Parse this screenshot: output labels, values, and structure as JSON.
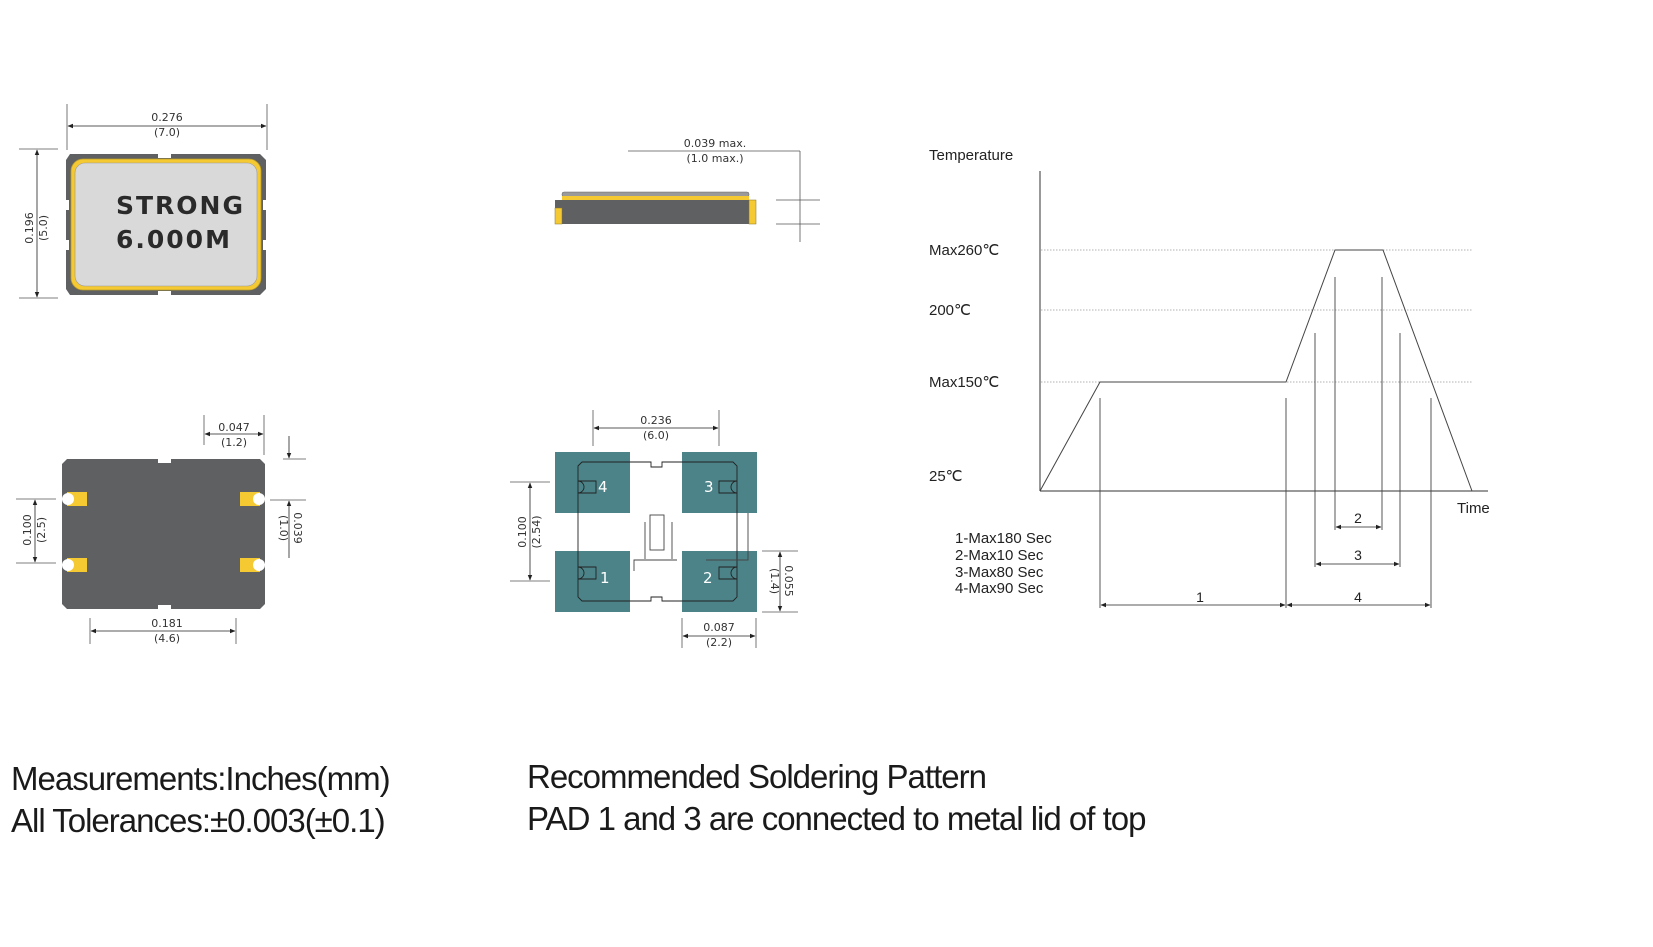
{
  "top_view": {
    "marking_line1": "STRONG",
    "marking_line2": "6.000M",
    "width_in": "0.276",
    "width_mm": "(7.0)",
    "height_in": "0.196",
    "height_mm": "(5.0)"
  },
  "side_view": {
    "thickness_in": "0.039 max.",
    "thickness_mm": "(1.0 max.)"
  },
  "bottom_view": {
    "pad_width_in": "0.047",
    "pad_width_mm": "(1.2)",
    "pad_pitch_in": "0.100",
    "pad_pitch_mm": "(2.5)",
    "pad_height_in": "0.039",
    "pad_height_mm": "(1.0)",
    "pad_span_in": "0.181",
    "pad_span_mm": "(4.6)"
  },
  "land_pattern": {
    "span_in": "0.236",
    "span_mm": "(6.0)",
    "pitch_in": "0.100",
    "pitch_mm": "(2.54)",
    "pad_height_in": "0.055",
    "pad_height_mm": "(1.4)",
    "pad_width_in": "0.087",
    "pad_width_mm": "(2.2)",
    "pads": [
      "4",
      "3",
      "1",
      "2"
    ]
  },
  "reflow_profile": {
    "y_axis_label": "Temperature",
    "x_axis_label": "Time",
    "levels": [
      "Max260℃",
      "200℃",
      "Max150℃",
      "25℃"
    ],
    "zones": [
      "1",
      "2",
      "3",
      "4"
    ],
    "legend": [
      "1-Max180 Sec",
      "2-Max10 Sec",
      "3-Max80 Sec",
      "4-Max90 Sec"
    ]
  },
  "notes": {
    "measurements": "Measurements:Inches(mm)",
    "tolerances": "All Tolerances:±0.003(±0.1)",
    "pattern_title": "Recommended Soldering Pattern",
    "pad_note": "PAD 1 and 3 are connected to metal lid of top"
  },
  "colors": {
    "package": "#5f6062",
    "gold": "#f5c932",
    "lid": "#d9d9d9",
    "pad": "#4b8388"
  }
}
